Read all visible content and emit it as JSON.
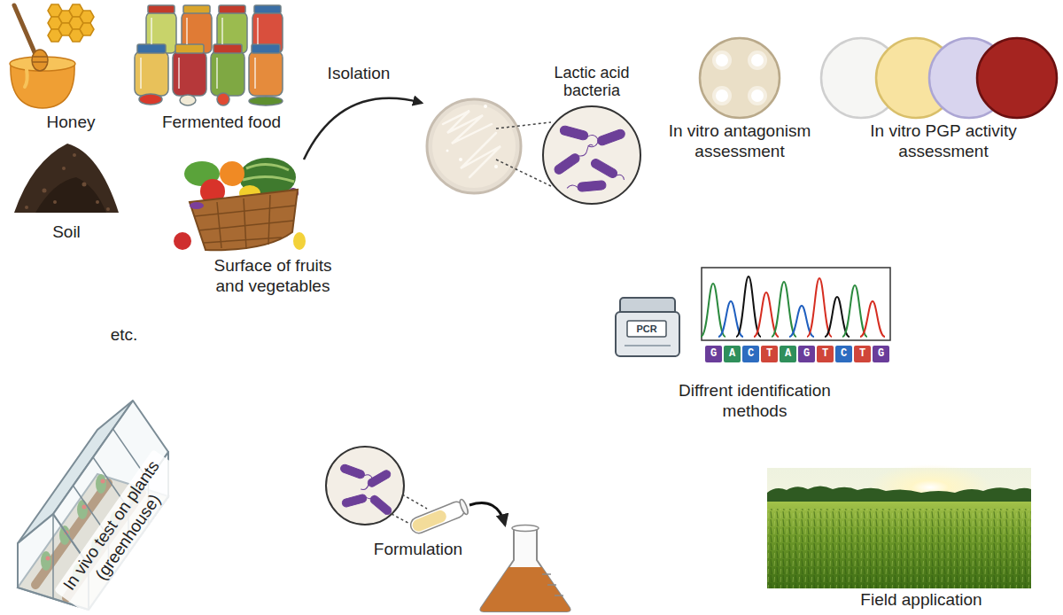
{
  "diagram": {
    "labels": [
      "Honey",
      "Fermented food",
      "Soil",
      "Surface of fruits and vegetables",
      "etc.",
      "Isolation",
      "Lactic acid bacteria",
      "In vitro antagonism assessment",
      "In vitro PGP activity assessment",
      "PCR",
      "GACTAGTCTG",
      "Diffrent identification methods",
      "In vivo test on plants (greenhouse)",
      "Formulation",
      "Field application"
    ]
  }
}
